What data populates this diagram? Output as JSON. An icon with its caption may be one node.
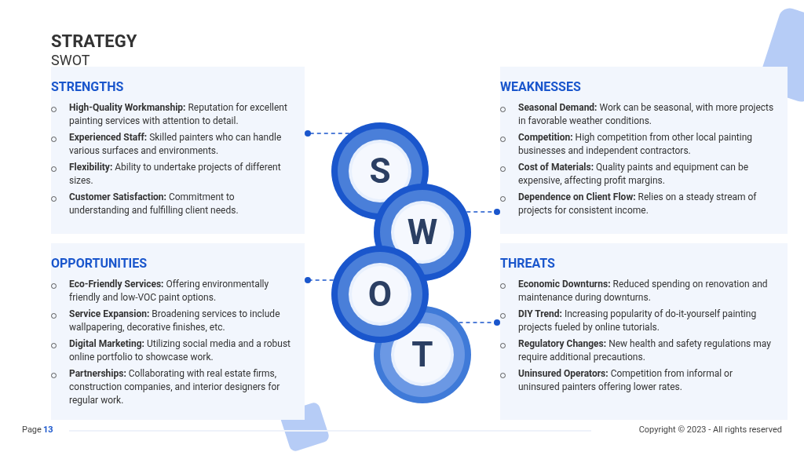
{
  "diagram": {
    "title": "STRATEGY",
    "nodes": [
      {
        "text": [
          "STRENGTHS",
          "**High-Quality Workmanship:** Reputation for excellent painting services with attention to detail.",
          "**Experienced Staff:** Skilled painters who can handle various surfaces and environments.",
          "**Flexibility:** Ability to undertake projects of different sizes.",
          "**Customer Satisfaction:** Commitment to understanding and fulfilling client needs."
        ]
      },
      {
        "text": [
          "WEAKNESSES",
          "**Seasonal Demand:** Work can be seasonal, with more projects in favorable weather conditions.",
          "**Competition:** High competition from other local painting businesses and independent contractors.",
          "**Cost of Materials:** Quality paints and equipment can be expensive, affecting profit margins.",
          "**Dependence on Client Flow:** Relies on a steady stream of projects for consistent income."
        ]
      },
      {
        "text": [
          "S"
        ]
      },
      {
        "text": [
          "W"
        ]
      },
      {
        "text": [
          "O"
        ]
      },
      {
        "text": [
          "T"
        ]
      },
      {
        "text": [
          "OPPORTUNITIES",
          "**Eco-Friendly Services:** Offering environmentally friendly and low-VOC paint options.",
          "**Service Expansion:** Broadening services to include wallpapering, decorative finishes, etc.",
          "**Digital Marketing:** Utilizing social media and a robust online portfolio to showcase work.",
          "**Partnerships:** Collaborating with real estate firms, construction companies, and interior designers for regular work."
        ]
      },
      {
        "text": [
          "THREATS",
          "**Economic Downturns:** Reduced spending on renovation and maintenance during downturns.",
          "**DIY Trend:** Increasing popularity of do-it-yourself painting projects fueled by online tutorials.",
          "**Regulatory Changes:** New health and safety regulations may require additional precautions.",
          "**Uninsured Operators:** Competition from informal or uninsured painters offering lower rates."
        ]
      }
    ],
    "edges": [
      {
        "from": 2,
        "to": 0,
        "arrow": "other",
        "style": "dashed"
      },
      {
        "from": 3,
        "to": 1,
        "arrow": "other",
        "style": "dashed"
      },
      {
        "from": 4,
        "to": 6,
        "arrow": "other",
        "style": "dashed"
      },
      {
        "from": 5,
        "to": 7,
        "arrow": "other",
        "style": "dashed"
      }
    ],
    "labels": [
      "SWOT",
      "Page",
      "13",
      "Copyright © 2023 - All rights reserved"
    ]
  }
}
